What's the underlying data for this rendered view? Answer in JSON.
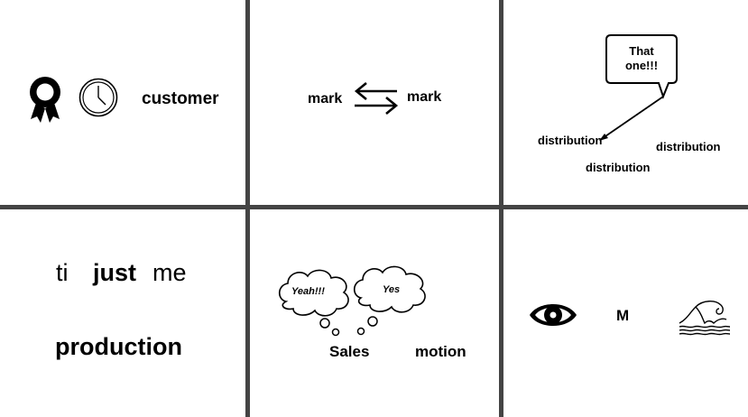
{
  "panels": {
    "top_left": {
      "text": "customer",
      "icons": [
        "award-ribbon-icon",
        "clock-icon"
      ]
    },
    "top_middle": {
      "left_text": "mark",
      "right_text": "mark",
      "icon": "swap-arrows-icon"
    },
    "top_right": {
      "callout": "That one!!!",
      "words": [
        "distribution",
        "distribution",
        "distribution"
      ]
    },
    "bottom_left": {
      "word1": "ti",
      "word2": "just",
      "word3": "me",
      "word4": "production"
    },
    "bottom_middle": {
      "thought1": "Yeah!!!",
      "thought2": "Yes",
      "word1": "Sales",
      "word2": "motion"
    },
    "bottom_right": {
      "text": "M",
      "icons": [
        "eye-icon",
        "wave-icon"
      ]
    }
  }
}
